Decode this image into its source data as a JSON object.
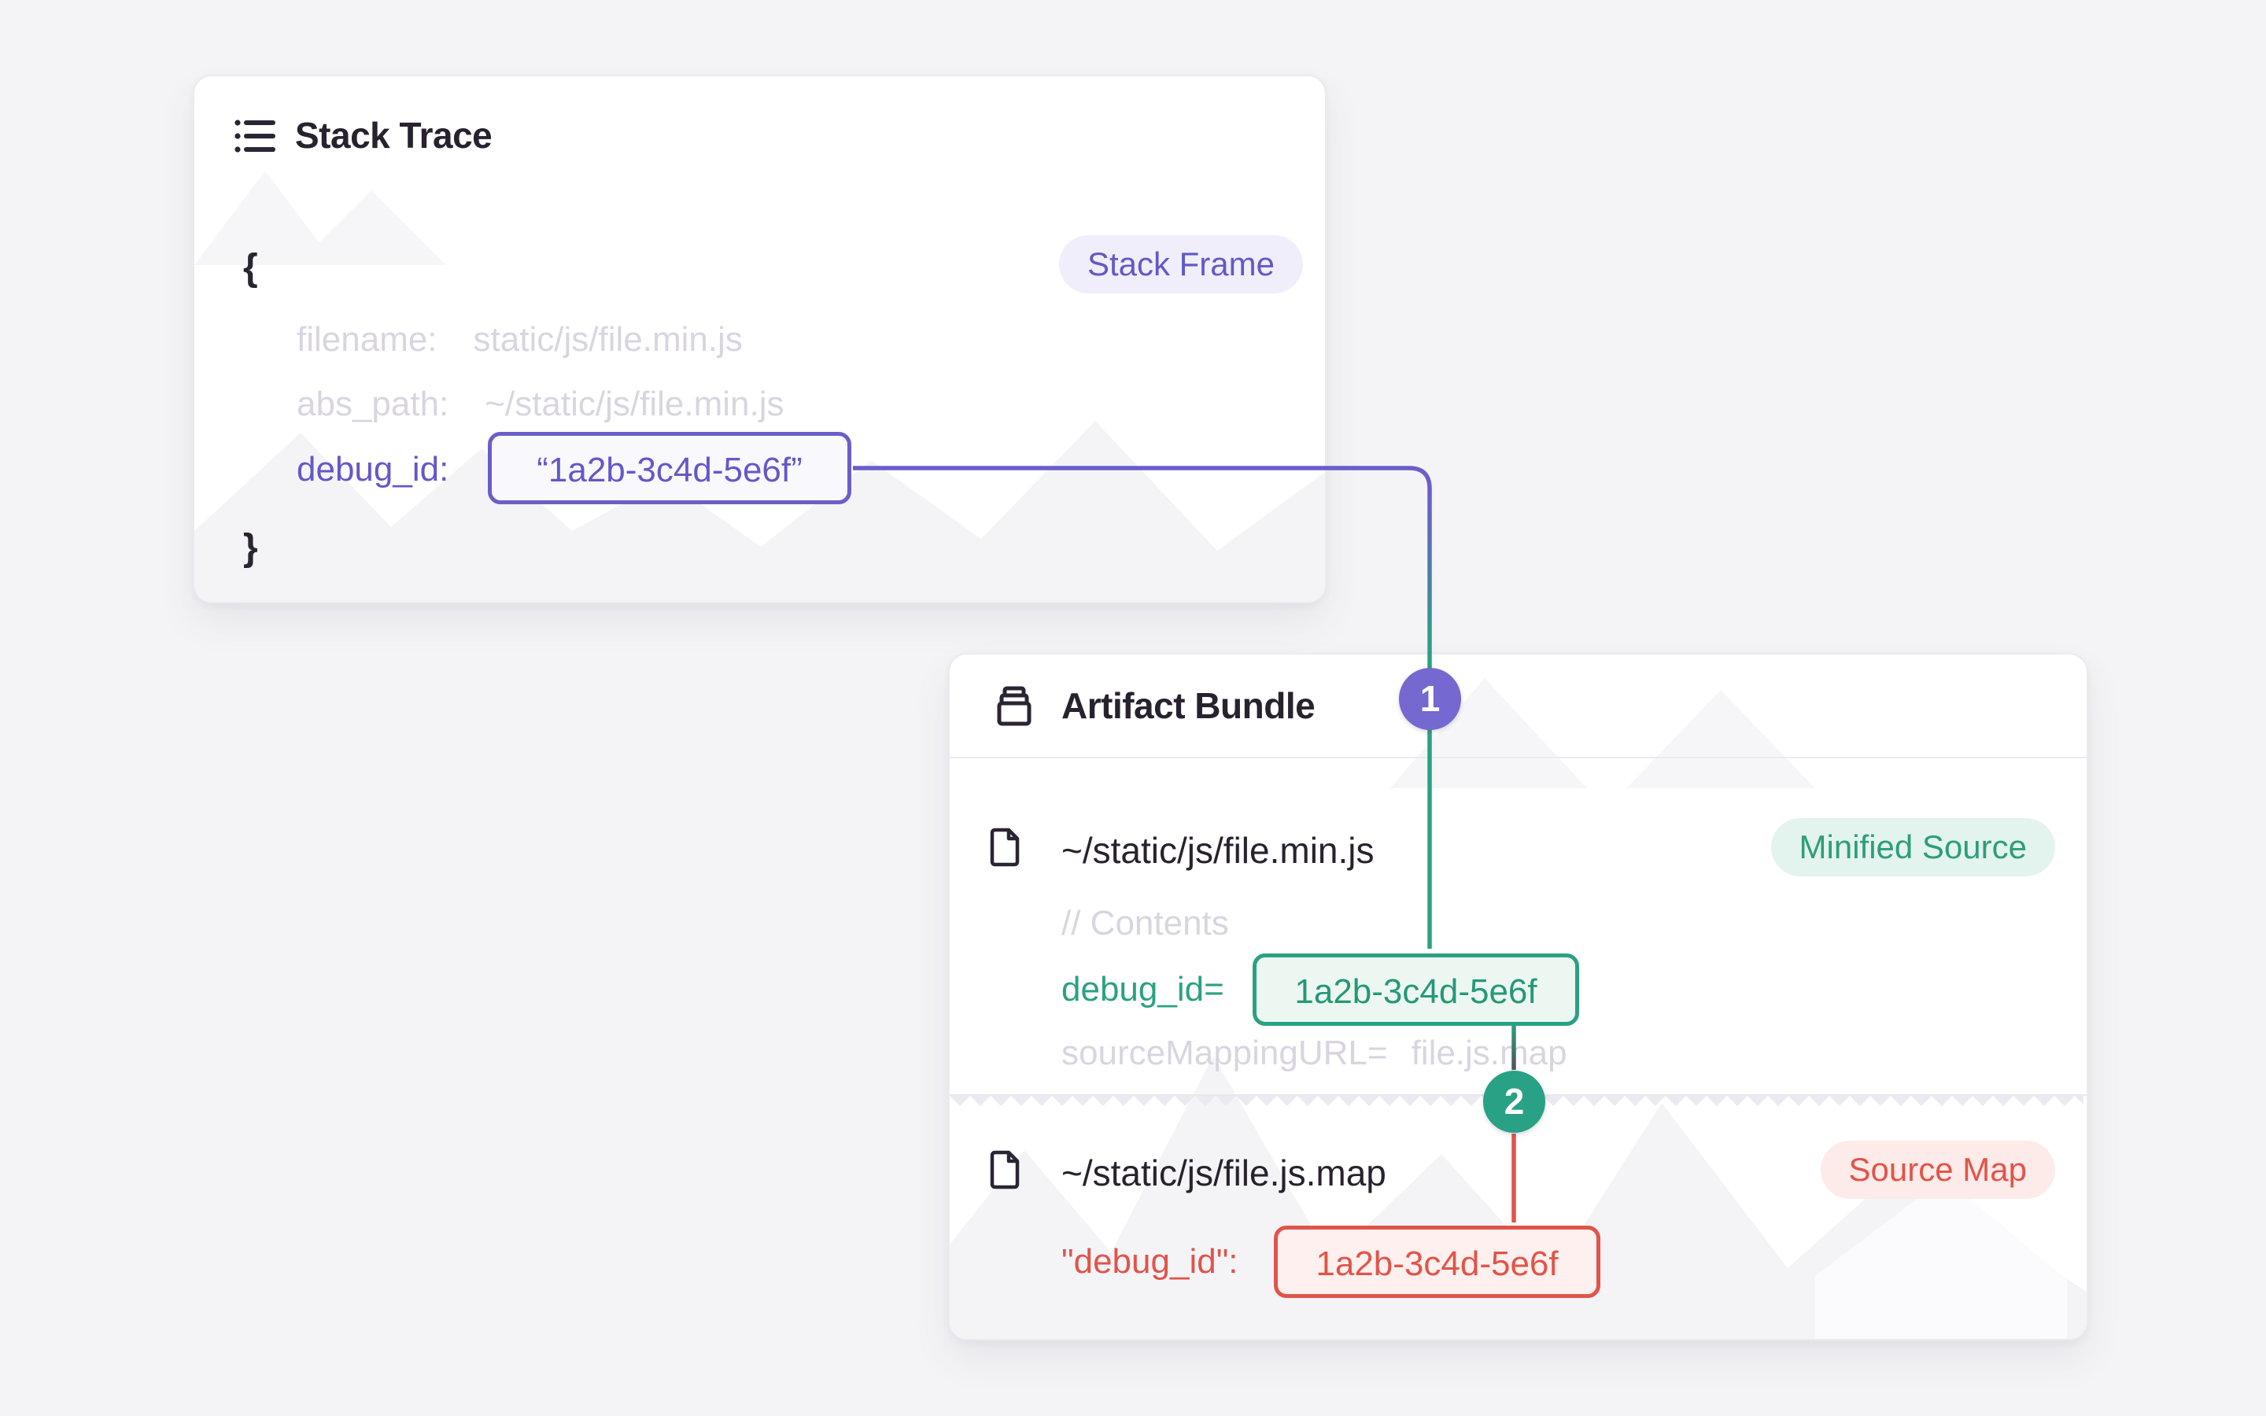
{
  "stack_trace": {
    "title": "Stack Trace",
    "frame_badge": "Stack Frame",
    "brace_open": "{",
    "brace_close": "}",
    "fields": [
      {
        "label": "filename:",
        "value": "static/js/file.min.js"
      },
      {
        "label": "abs_path:",
        "value": "~/static/js/file.min.js"
      }
    ],
    "debug_field": {
      "label": "debug_id:",
      "value": "“1a2b-3c4d-5e6f”"
    }
  },
  "artifact_bundle": {
    "title": "Artifact Bundle",
    "minified_file": {
      "path": "~/static/js/file.min.js",
      "badge": "Minified Source",
      "comment": "// Contents",
      "debug_field": {
        "label": "debug_id=",
        "value": "1a2b-3c4d-5e6f"
      },
      "sourcemap_field": {
        "label": "sourceMappingURL=",
        "value": "file.js.map"
      }
    },
    "sourcemap_file": {
      "path": "~/static/js/file.js.map",
      "badge": "Source Map",
      "debug_field": {
        "label": "\"debug_id\":",
        "value": "1a2b-3c4d-5e6f"
      }
    }
  },
  "steps": {
    "one": "1",
    "two": "2"
  },
  "colors": {
    "page_bg": "#f4f4f6",
    "card_bg": "#ffffff",
    "dark_text": "#2b2433",
    "ghost_text": "#d8d5e0",
    "purple": "#6b5ec9",
    "purple_circle": "#7568d0",
    "green": "#2ba183",
    "green_circle": "#28a184",
    "red": "#e15449",
    "gray_connector": "#52515a"
  }
}
